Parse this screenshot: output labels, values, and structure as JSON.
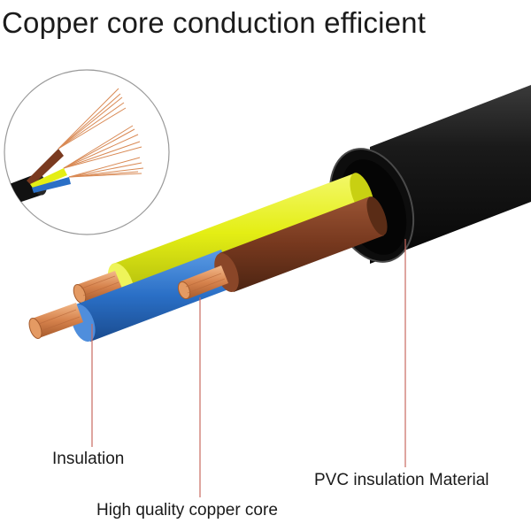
{
  "title": "Copper core conduction efficient",
  "callouts": {
    "insulation": "Insulation",
    "pvc": "PVC insulation Material",
    "copper_core": "High quality copper core"
  },
  "colors": {
    "jacket": "#141414",
    "yellow_green": "#e7ef1a",
    "blue": "#2a70c8",
    "brown": "#7a3a20",
    "copper": "#d98a55",
    "leader_line": "#c86a60"
  }
}
